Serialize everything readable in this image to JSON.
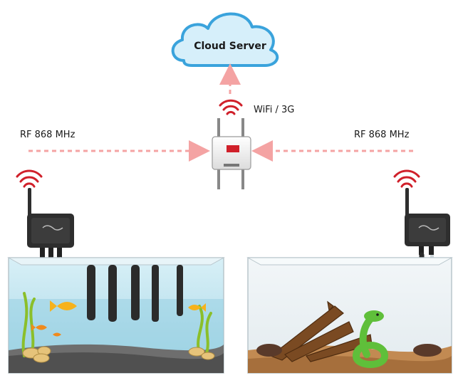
{
  "cloud": {
    "label": "Cloud Server"
  },
  "gateway": {
    "link_label": "WiFi / 3G"
  },
  "left_node": {
    "link_label": "RF 868 MHz"
  },
  "right_node": {
    "link_label": "RF 868 MHz"
  },
  "colors": {
    "cloud_fill": "#d6effa",
    "cloud_stroke": "#3aa3dc",
    "arrow": "#f4a3a3",
    "wifi_signal": "#d0202a",
    "water": "#bfe4ef",
    "sand": "#c28a52",
    "sensor_box": "#2e2e2e"
  },
  "icons": [
    "cloud-icon",
    "gateway-router-icon",
    "wifi-signal-icon",
    "sensor-node-icon",
    "fish-icon",
    "snake-icon"
  ]
}
